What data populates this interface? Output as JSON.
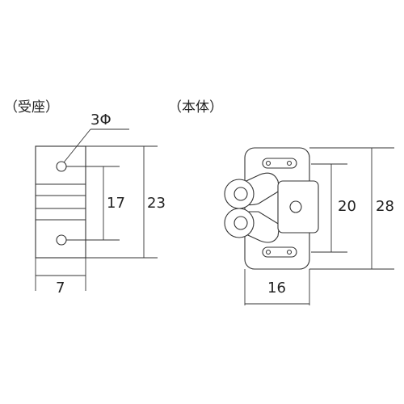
{
  "receiver": {
    "title": "（受座）",
    "hole_label": "3Φ",
    "dim_width": "7",
    "dim_hole_pitch": "17",
    "dim_height": "23"
  },
  "body": {
    "title": "（本体）",
    "dim_width": "16",
    "dim_inner_height": "20",
    "dim_height": "28"
  }
}
